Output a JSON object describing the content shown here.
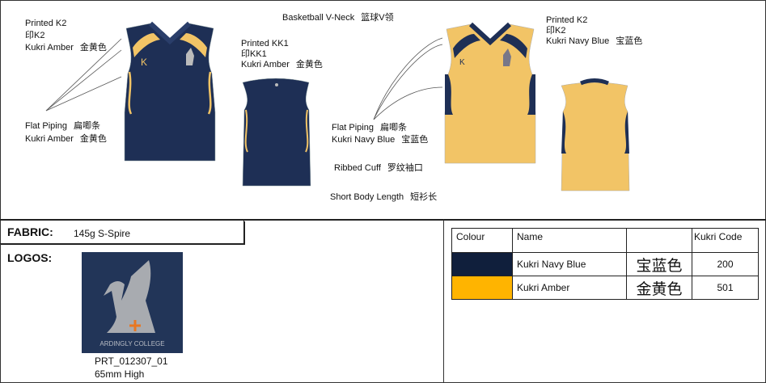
{
  "colors": {
    "navy": "#1e2f55",
    "amber": "#f2c466",
    "swatch_navy": "#101f3c",
    "swatch_amber": "#ffb400"
  },
  "annotations": {
    "style": {
      "en": "Basketball V-Neck",
      "cn": "篮球V领"
    },
    "navy_front_print": {
      "l1": "Printed K2",
      "l2": "印K2",
      "en": "Kukri Amber",
      "cn": "金黄色"
    },
    "navy_front_piping": {
      "en": "Flat Piping",
      "cn": "扁唧条",
      "color_en": "Kukri Amber",
      "color_cn": "金黄色"
    },
    "navy_back_print": {
      "l1": "Printed KK1",
      "l2": "印KK1",
      "en": "Kukri Amber",
      "cn": "金黄色"
    },
    "amber_front_print": {
      "l1": "Printed K2",
      "l2": "印K2",
      "en": "Kukri Navy Blue",
      "cn": "宝蓝色"
    },
    "amber_front_piping": {
      "en": "Flat Piping",
      "cn": "扁唧条",
      "color_en": "Kukri Navy Blue",
      "color_cn": "宝蓝色"
    },
    "cuff": {
      "en": "Ribbed Cuff",
      "cn": "罗纹袖口"
    },
    "length": {
      "en": "Short Body Length",
      "cn": "短衫长"
    }
  },
  "fabric": {
    "label": "FABRIC:",
    "value": "145g S-Spire"
  },
  "logos": {
    "label": "LOGOS:",
    "logo_text": "ARDINGLY COLLEGE",
    "code": "PRT_012307_01",
    "size": "65mm High"
  },
  "colour_table": {
    "headers": [
      "Colour",
      "Name",
      "",
      "Kukri Code"
    ],
    "rows": [
      {
        "name": "Kukri Navy Blue",
        "cn": "宝蓝色",
        "code": "200"
      },
      {
        "name": "Kukri Amber",
        "cn": "金黄色",
        "code": "501"
      }
    ]
  }
}
